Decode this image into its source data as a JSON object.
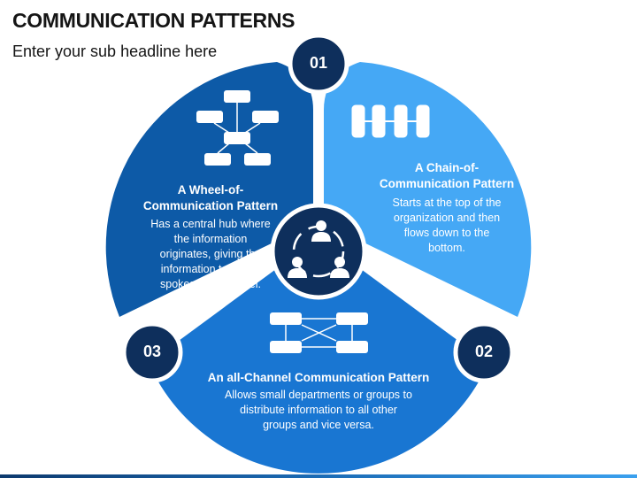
{
  "header": {
    "title": "COMMUNICATION PATTERNS",
    "subtitle": "Enter your sub headline here"
  },
  "segments": [
    {
      "number": "01",
      "title": "A Chain-of-Communication Pattern",
      "title_lines": [
        "A Chain-of-",
        "Communication Pattern"
      ],
      "description_lines": [
        "Starts at the top of the",
        "organization and then",
        "flows down to the",
        "bottom."
      ],
      "color": "#45a8f5",
      "icon": "chain-icon"
    },
    {
      "number": "02",
      "title": "An all-Channel Communication Pattern",
      "title_lines": [
        "An all-Channel Communication Pattern"
      ],
      "description_lines": [
        "Allows small departments or groups to",
        "distribute information to all other",
        "groups and vice versa."
      ],
      "color": "#1976d2",
      "icon": "all-channel-icon"
    },
    {
      "number": "03",
      "title": "A Wheel-of-Communication Pattern",
      "title_lines": [
        "A Wheel-of-",
        "Communication Pattern"
      ],
      "description_lines": [
        "Has a central hub where",
        "the information",
        "originates, giving the",
        "information to all the",
        "spokes of the wheel."
      ],
      "color": "#0d5aa7",
      "icon": "wheel-icon"
    }
  ],
  "center": {
    "icon": "team-network-icon",
    "color": "#0e2f5c"
  },
  "colors": {
    "badge": "#0e2f5c",
    "text_dark": "#151515"
  }
}
